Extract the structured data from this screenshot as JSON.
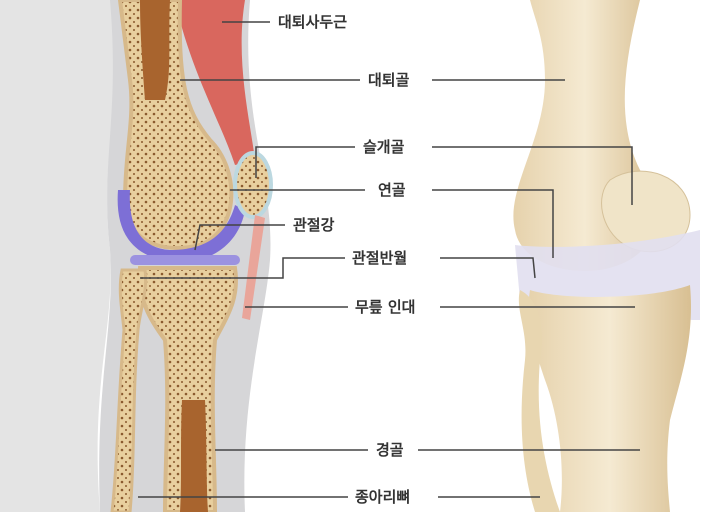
{
  "labels": {
    "quadriceps": "대퇴사두근",
    "femur": "대퇴골",
    "patella": "슬개골",
    "cartilage": "연골",
    "joint_cavity": "관절강",
    "meniscus": "관절반월",
    "knee_ligament": "무릎 인대",
    "tibia": "경골",
    "fibula": "종아리뼈"
  },
  "colors": {
    "bone": "#e9cf9f",
    "marrow": "#a8642e",
    "muscle": "#d9675e",
    "cartilage": "#7d6fd6",
    "leader_line": "#444444",
    "skin": "#dcdcdc"
  }
}
